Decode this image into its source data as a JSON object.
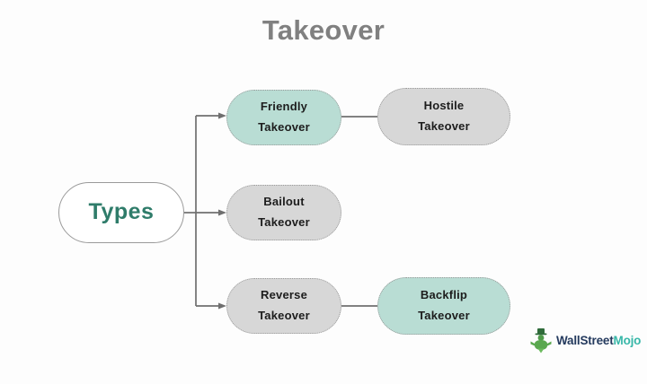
{
  "page": {
    "title": "Takeover",
    "background": "#fdfdfd"
  },
  "colors": {
    "title_gray": "#808080",
    "teal_fill": "#b9ddd4",
    "gray_fill": "#d7d7d7",
    "node_border": "#9a9a9a",
    "root_text": "#2f7c6a",
    "node_text": "#1d1d1d",
    "connector": "#6f6f6f",
    "logo_dark": "#243a5e",
    "logo_teal": "#37b7a8",
    "logo_icon_green": "#4f9b4a"
  },
  "diagram": {
    "type": "tree",
    "root": {
      "id": "types",
      "label": "Types",
      "style": "root"
    },
    "branches": [
      {
        "id": "friendly-takeover",
        "line1": "Friendly",
        "line2": "Takeover",
        "style": "teal",
        "child": {
          "id": "hostile-takeover",
          "line1": "Hostile",
          "line2": "Takeover",
          "style": "gray"
        }
      },
      {
        "id": "bailout-takeover",
        "line1": "Bailout",
        "line2": "Takeover",
        "style": "gray",
        "child": null
      },
      {
        "id": "reverse-takeover",
        "line1": "Reverse",
        "line2": "Takeover",
        "style": "gray",
        "child": {
          "id": "backflip-takeover",
          "line1": "Backflip",
          "line2": "Takeover",
          "style": "teal"
        }
      }
    ]
  },
  "logo": {
    "icon": "wallstreetmojo-mascot-icon",
    "text_primary": "WallStreet",
    "text_accent": "Mojo"
  }
}
